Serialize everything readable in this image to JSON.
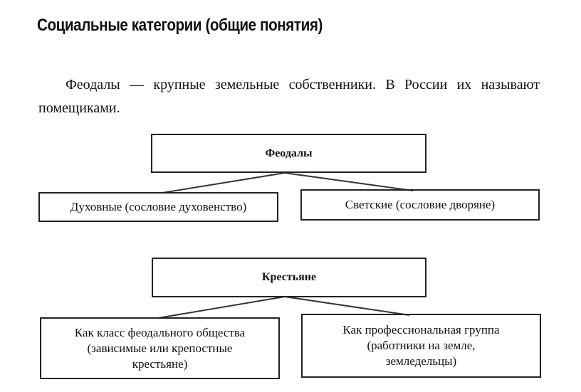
{
  "title": "Социальные категории (общие понятия)",
  "paragraph": "Феодалы — крупные земельные собственники. В России их называют помещиками.",
  "diagrams": [
    {
      "root": "Феодалы",
      "children": [
        "Духовные (сословие духовенство)",
        "Светские (сословие дворяне)"
      ]
    },
    {
      "root": "Крестьяне",
      "children": [
        "Как класс феодального общества (зависимые или крепостные крестьяне)",
        "Как профессиональная группа (работники на земле, земледельцы)"
      ]
    }
  ]
}
